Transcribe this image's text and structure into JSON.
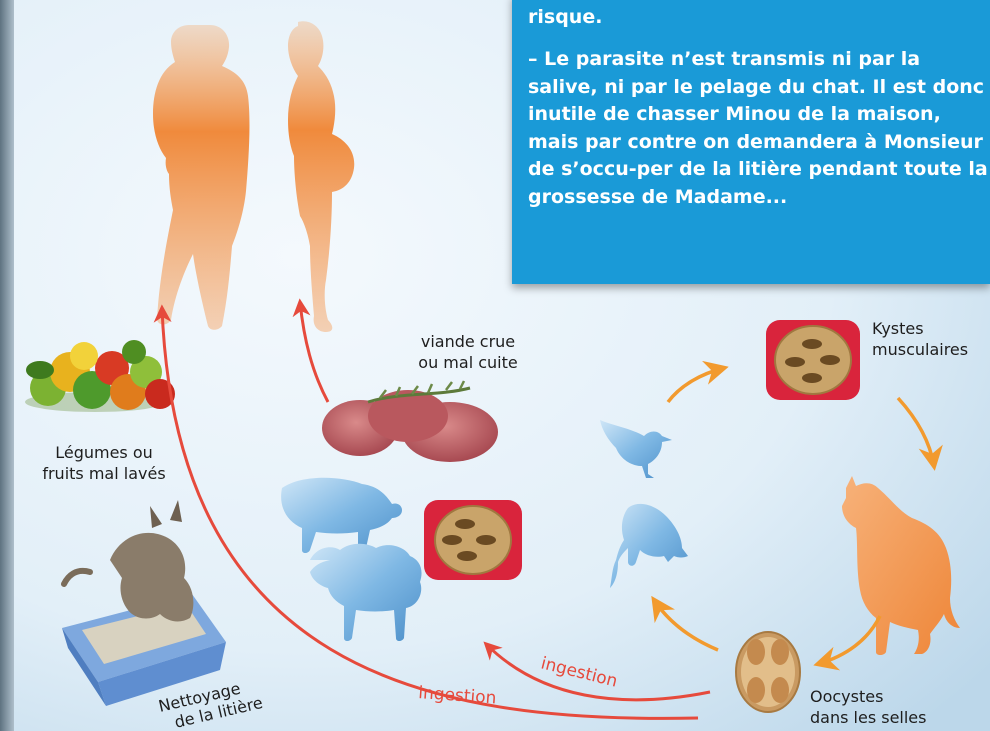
{
  "info_box": {
    "line1": "risque.",
    "paragraph": "– Le parasite n’est transmis ni par la salive, ni par le pelage du chat. Il est donc inutile de chasser Minou de la maison, mais par contre on demandera à Monsieur de s’occu-per de la litière pendant toute la grossesse de Madame..."
  },
  "labels": {
    "viande_1": "viande crue",
    "viande_2": "ou mal cuite",
    "legumes_1": "Légumes ou",
    "legumes_2": "fruits mal lavés",
    "kystes_1": "Kystes",
    "kystes_2": "musculaires",
    "oocystes_1": "Oocystes",
    "oocystes_2": "dans les selles",
    "nettoyage_1": "Nettoyage",
    "nettoyage_2": "de la litière",
    "ingestion_upper": "ingestion",
    "ingestion_lower": "ingestion"
  },
  "colors": {
    "background": "#dfeef8",
    "info_box": "#1a9ad7",
    "human_silhouette": "#f08a3c",
    "cycle_arrows": "#f29a2e",
    "transmission_arrows": "#e64a3c",
    "animal_silhouette": "#7fb8e4",
    "cyst_red": "#d9243c",
    "cyst_tan": "#c9a46a"
  },
  "icons": [
    "man-silhouette",
    "pregnant-woman-silhouette",
    "vegetables-image",
    "raw-meat-image",
    "pig-silhouette",
    "sheep-silhouette",
    "bird-silhouette",
    "rat-silhouette",
    "cat-silhouette",
    "muscle-cyst-icon",
    "oocyst-icon",
    "cat-litter-box-image"
  ]
}
